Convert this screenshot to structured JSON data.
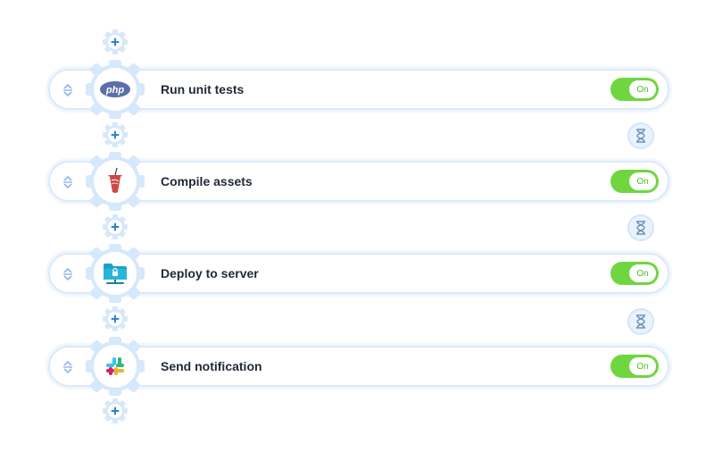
{
  "steps": [
    {
      "name": "Run unit tests",
      "icon": "php-logo-icon",
      "toggle_label": "On",
      "enabled": true
    },
    {
      "name": "Compile assets",
      "icon": "gulp-cup-icon",
      "toggle_label": "On",
      "enabled": true
    },
    {
      "name": "Deploy to server",
      "icon": "server-folder-icon",
      "toggle_label": "On",
      "enabled": true
    },
    {
      "name": "Send notification",
      "icon": "slack-logo-icon",
      "toggle_label": "On",
      "enabled": true
    }
  ],
  "colors": {
    "toggle_on": "#6fd640",
    "card_border": "#dbe9fa",
    "gear": "#d6e8fb",
    "accent_blue": "#2f7fd8"
  },
  "icons": {
    "add": "plus-gear-icon",
    "delay": "hourglass-icon",
    "drag": "drag-handle-icon"
  }
}
